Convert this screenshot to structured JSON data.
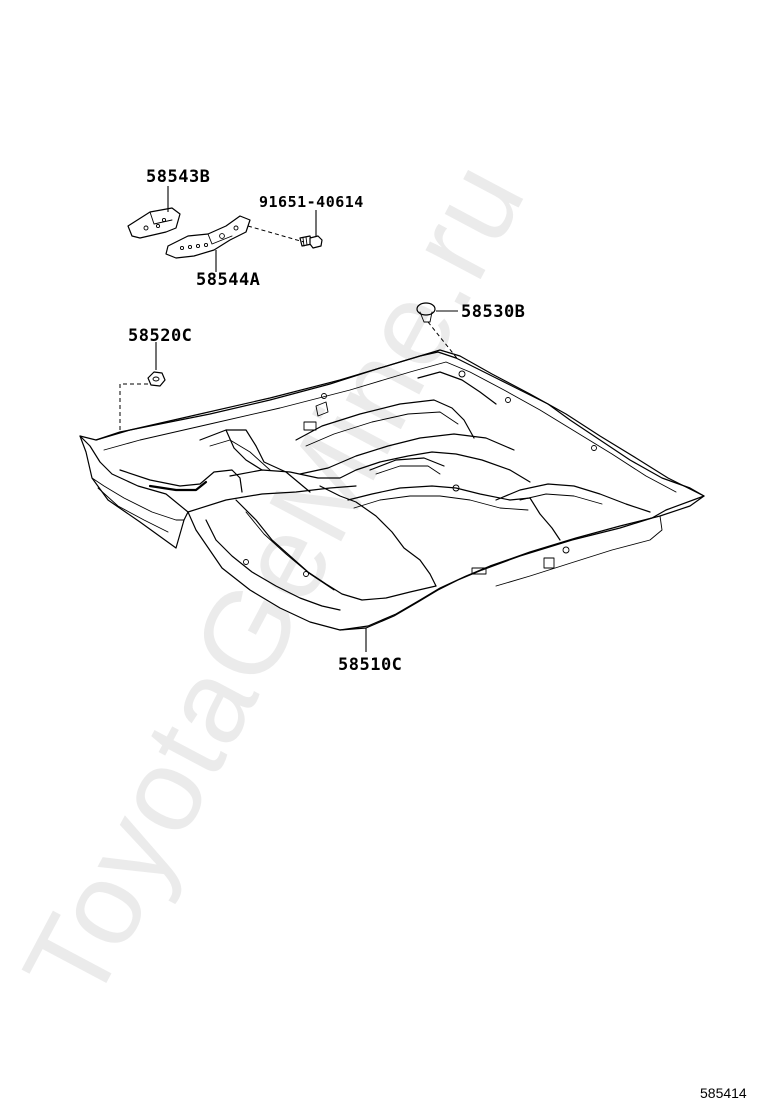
{
  "parts": {
    "bracket_left": "58543B",
    "bolt": "91651-40614",
    "bracket_right": "58544A",
    "clip_right": "58530B",
    "nut_left": "58520C",
    "floor_carpet": "58510C"
  },
  "diagram_ref": "585414",
  "watermark": "ToyotaGeMine.ru",
  "icons": [
    "bracket-icon",
    "bolt-icon",
    "clip-icon",
    "nut-icon",
    "carpet-icon"
  ]
}
